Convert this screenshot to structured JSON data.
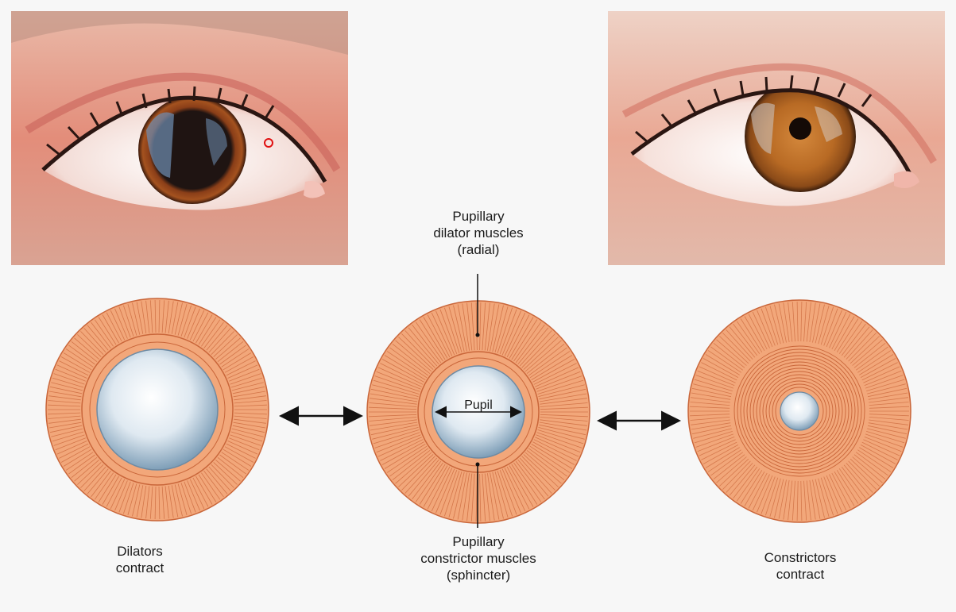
{
  "labels": {
    "dilator_muscles": [
      "Pupillary",
      "dilator muscles",
      "(radial)"
    ],
    "constrictor_muscles": [
      "Pupillary",
      "constrictor muscles",
      "(sphincter)"
    ],
    "pupil": "Pupil",
    "dilators_contract": [
      "Dilators",
      "contract"
    ],
    "constrictors_contract": [
      "Constrictors",
      "contract"
    ]
  },
  "colors": {
    "iris_orange": "#f2a77a",
    "iris_stroke": "#c9663a",
    "pupil_blue": "#7f9fb8",
    "background": "#f7f7f7"
  }
}
